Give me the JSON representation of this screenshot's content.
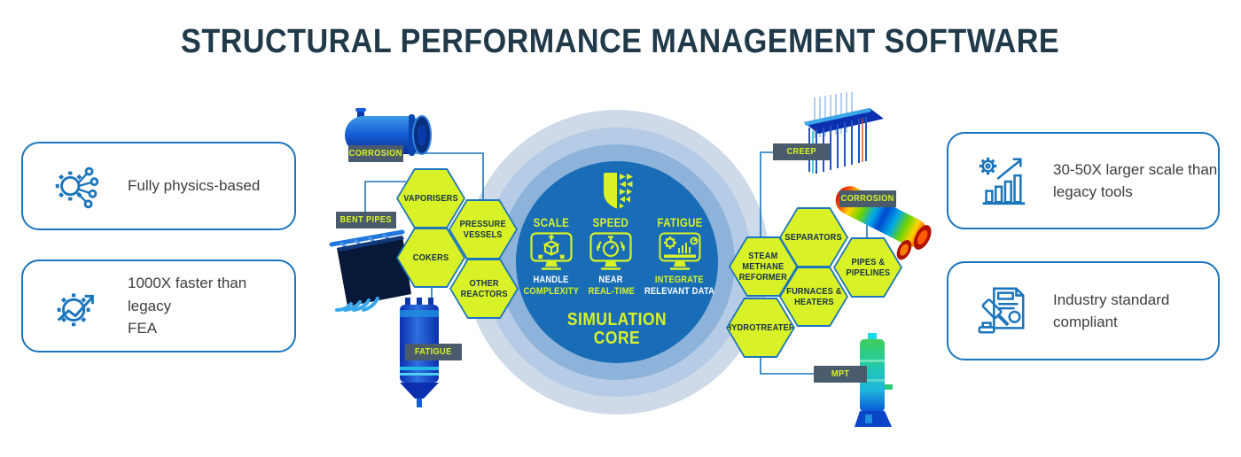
{
  "title": "STRUCTURAL PERFORMANCE MANAGEMENT SOFTWARE",
  "benefits": {
    "physics": {
      "label": "Fully physics-based",
      "icon": "gear-network-icon"
    },
    "faster": {
      "label": "1000X faster than legacy\nFEA",
      "icon": "gear-trend-arrow-icon"
    },
    "larger_scale": {
      "label": "30-50X larger scale than\nlegacy tools",
      "icon": "gear-bar-chart-icon"
    },
    "compliant": {
      "label": "Industry standard\ncompliant",
      "icon": "gavel-document-icon"
    }
  },
  "core": {
    "heading": "SIMULATION\nCORE",
    "shield_icon": "shield-icon",
    "features": [
      {
        "title": "SCALE",
        "icon": "monitor-cube-icon",
        "benefit_line1": "HANDLE",
        "benefit_line2": "COMPLEXITY"
      },
      {
        "title": "SPEED",
        "icon": "monitor-stopwatch-icon",
        "benefit_line1": "NEAR",
        "benefit_line2": "REAL-TIME"
      },
      {
        "title": "FATIGUE",
        "icon": "monitor-gear-chart-icon",
        "benefit_line1": "INTEGRATE",
        "benefit_line2": "RELEVANT DATA"
      }
    ]
  },
  "equipment": {
    "left": [
      "VAPORISERS",
      "PRESSURE\nVESSELS",
      "COKERS",
      "OTHER\nREACTORS"
    ],
    "right": [
      "SEPARATORS",
      "STEAM\nMETHANE\nREFORMER",
      "PIPES &\nPIPELINES",
      "FURNACES &\nHEATERS",
      "HYDROTREATER"
    ]
  },
  "damage_tags": {
    "corrosion_left": "CORROSION",
    "bent_pipes": "BENT PIPES",
    "fatigue": "FATIGUE",
    "creep": "CREEP",
    "corrosion_right": "CORROSION",
    "mpt": "MPT"
  },
  "colors": {
    "accent_green": "#d9f227",
    "primary_blue": "#1b75bc",
    "core_blue": "#186db6",
    "ring_outer": "#cfdae8",
    "ring_mid": "#b6cce6",
    "ring_inner": "#8eb3db",
    "tag_slate": "#4a5c6c",
    "navy_text": "#16314a",
    "title_color": "#203a4a"
  }
}
